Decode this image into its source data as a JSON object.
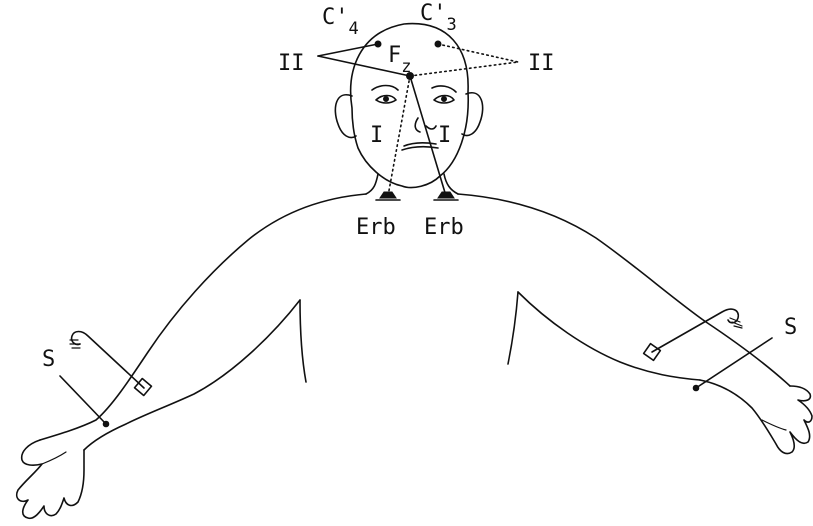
{
  "labels": {
    "c4": {
      "main": "C'",
      "sub": "4"
    },
    "c3": {
      "main": "C'",
      "sub": "3"
    },
    "fz": {
      "main": "F",
      "sub": "z"
    },
    "ii_left": "II",
    "ii_right": "II",
    "i_left": "I",
    "i_right": "I",
    "erb_left": "Erb",
    "erb_right": "Erb",
    "s_left": "S",
    "s_right": "S"
  },
  "colors": {
    "ink": "#111111",
    "background": "#ffffff"
  }
}
